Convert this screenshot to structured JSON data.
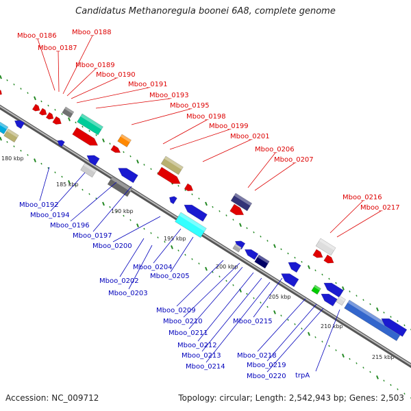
{
  "title": "Candidatus Methanoregula boonei 6A8, complete genome",
  "accession": "Accession: NC_009712",
  "topology": "Topology: circular; Length: 2,542,943 bp; Genes: 2,503",
  "colors": {
    "forward_label": "#dd0000",
    "reverse_label": "#0000bb",
    "backbone": "#888888",
    "tick_major": "#228822"
  },
  "scale_ticks": [
    "180 kbp",
    "185 kbp",
    "190 kbp",
    "195 kbp",
    "200 kbp",
    "205 kbp",
    "210 kbp",
    "215 kbp"
  ],
  "forward_gene_labels": [
    "Mboo_0186",
    "Mboo_0187",
    "Mboo_0188",
    "Mboo_0189",
    "Mboo_0190",
    "Mboo_0191",
    "Mboo_0193",
    "Mboo_0195",
    "Mboo_0198",
    "Mboo_0199",
    "Mboo_0201",
    "Mboo_0206",
    "Mboo_0207",
    "Mboo_0216",
    "Mboo_0217"
  ],
  "reverse_gene_labels": [
    "Mboo_0192",
    "Mboo_0194",
    "Mboo_0196",
    "Mboo_0197",
    "Mboo_0200",
    "Mboo_0204",
    "Mboo_0205",
    "Mboo_0202",
    "Mboo_0203",
    "Mboo_0209",
    "Mboo_0210",
    "Mboo_0211",
    "Mboo_0212",
    "Mboo_0213",
    "Mboo_0214",
    "Mboo_0215",
    "Mboo_0218",
    "Mboo_0219",
    "Mboo_0220",
    "trpA"
  ]
}
